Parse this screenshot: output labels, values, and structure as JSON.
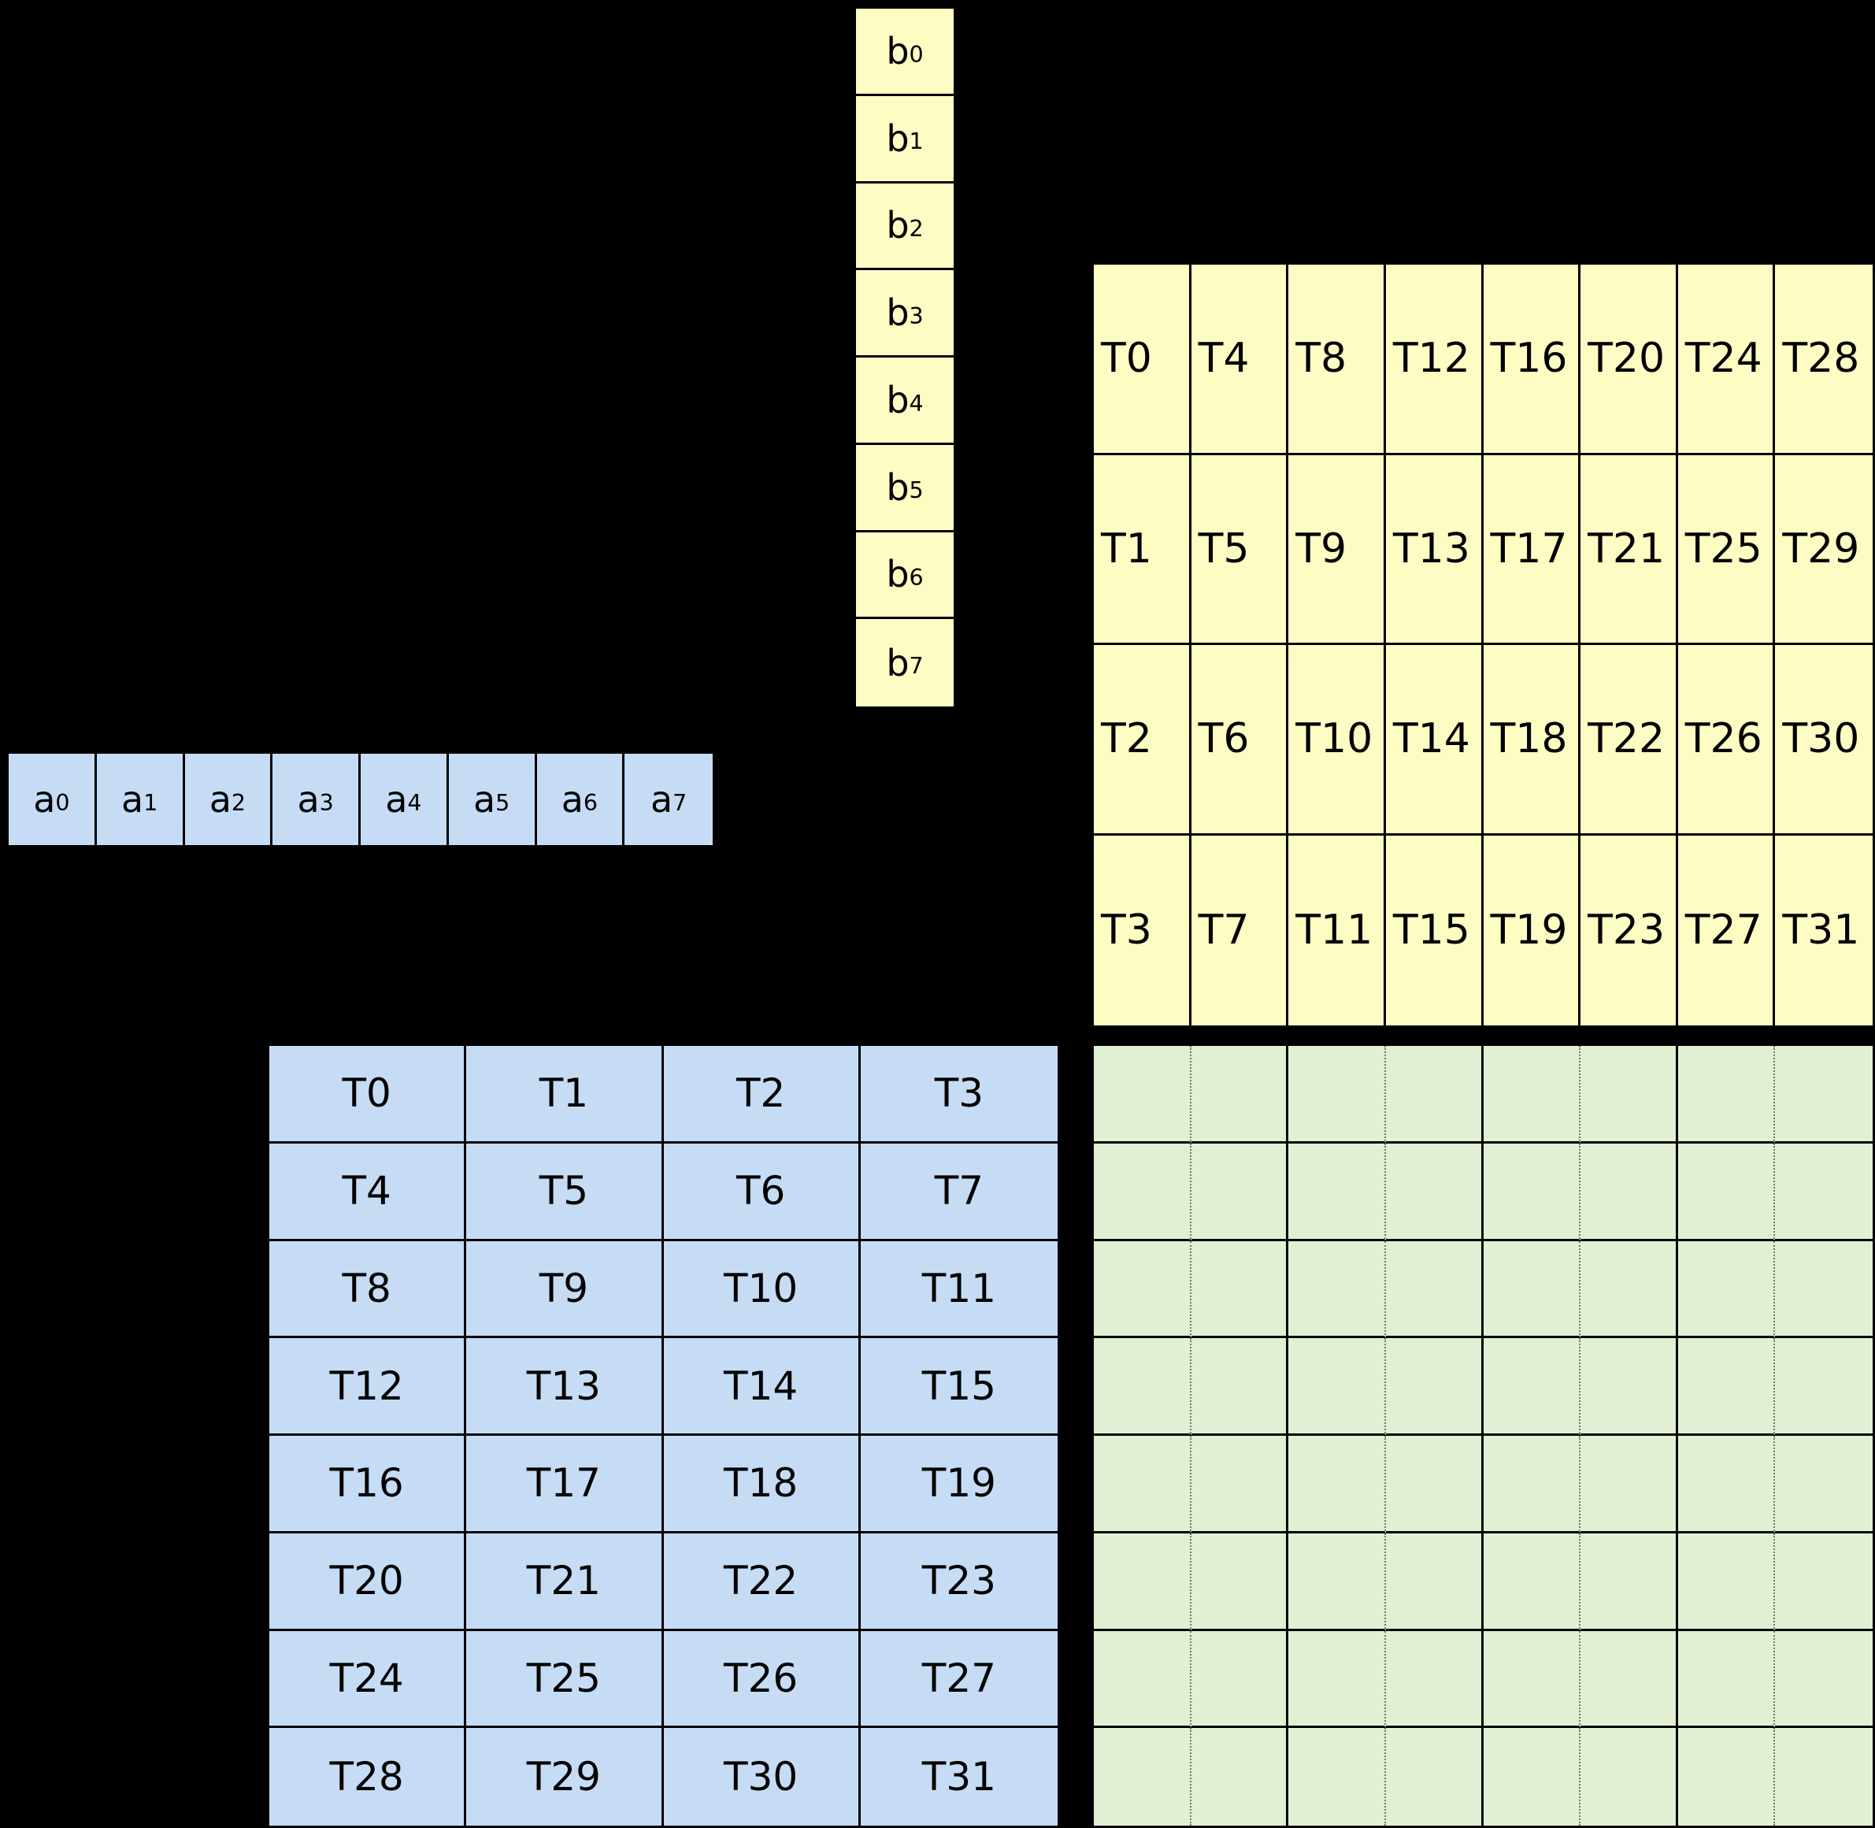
{
  "diagram": {
    "vector_b": {
      "rows": 8,
      "cols": 1,
      "cell_name": "b-element",
      "cells": [
        "b|0",
        "b|1",
        "b|2",
        "b|3",
        "b|4",
        "b|5",
        "b|6",
        "b|7"
      ]
    },
    "thread_grid_b": {
      "rows": 4,
      "cols": 8,
      "cell_name": "b-thread",
      "cells": [
        "T0",
        "T4",
        "T8",
        "T12",
        "T16",
        "T20",
        "T24",
        "T28",
        "T1",
        "T5",
        "T9",
        "T13",
        "T17",
        "T21",
        "T25",
        "T29",
        "T2",
        "T6",
        "T10",
        "T14",
        "T18",
        "T22",
        "T26",
        "T30",
        "T3",
        "T7",
        "T11",
        "T15",
        "T19",
        "T23",
        "T27",
        "T31"
      ]
    },
    "vector_a": {
      "rows": 1,
      "cols": 8,
      "cell_name": "a-element",
      "cells": [
        "a|0",
        "a|1",
        "a|2",
        "a|3",
        "a|4",
        "a|5",
        "a|6",
        "a|7"
      ]
    },
    "thread_grid_a": {
      "rows": 8,
      "cols": 4,
      "cell_name": "a-thread",
      "cells": [
        "T0",
        "T1",
        "T2",
        "T3",
        "T4",
        "T5",
        "T6",
        "T7",
        "T8",
        "T9",
        "T10",
        "T11",
        "T12",
        "T13",
        "T14",
        "T15",
        "T16",
        "T17",
        "T18",
        "T19",
        "T20",
        "T21",
        "T22",
        "T23",
        "T24",
        "T25",
        "T26",
        "T27",
        "T28",
        "T29",
        "T30",
        "T31"
      ]
    },
    "output_grid": {
      "rows": 8,
      "cols": 8,
      "cell_name": "output-cell",
      "count": 64,
      "cells": []
    }
  },
  "colors": {
    "background": "#000000",
    "yellow_fill": "#fdfcc2",
    "blue_fill": "#c6dcf4",
    "green_fill": "#e1f0d2",
    "grid_line": "#000000",
    "dotted_line": "#6b7d60"
  }
}
